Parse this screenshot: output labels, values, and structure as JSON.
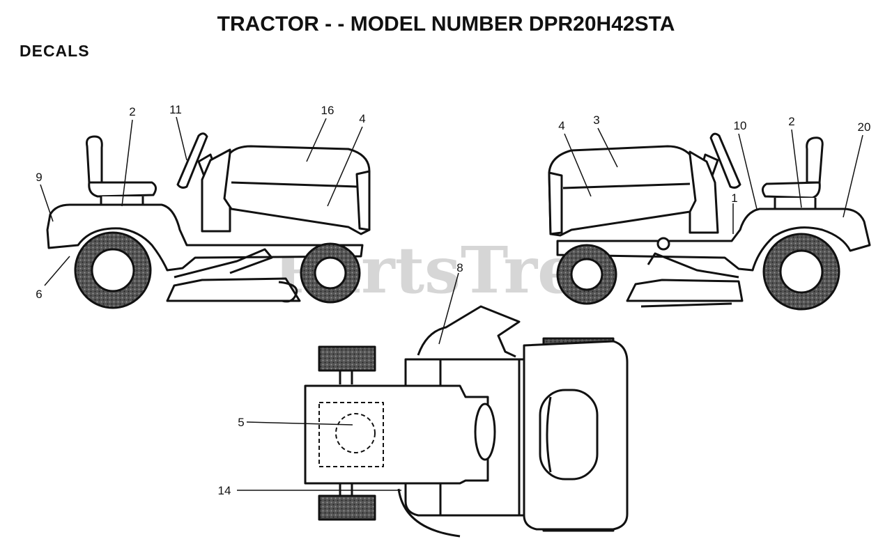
{
  "header": {
    "title": "TRACTOR - - MODEL NUMBER DPR20H42STA",
    "section": "DECALS"
  },
  "watermark": "PartsTree",
  "callouts": {
    "left_view": [
      "2",
      "11",
      "16",
      "4",
      "9",
      "6"
    ],
    "right_view": [
      "4",
      "3",
      "10",
      "2",
      "20",
      "1"
    ],
    "top_view": [
      "8",
      "5",
      "14"
    ]
  },
  "colors": {
    "line": "#111111",
    "tire": "#4a4a4a",
    "watermark": "#d6d6d6"
  }
}
